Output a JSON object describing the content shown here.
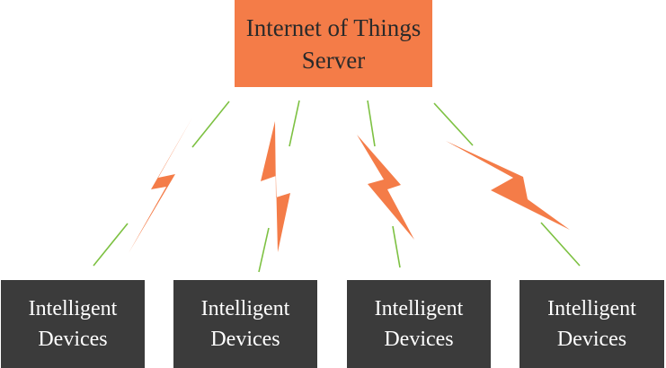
{
  "colors": {
    "server_fill": "#f47c48",
    "device_fill": "#3b3b3b",
    "bolt_fill": "#f47c48",
    "link_line": "#7dc142"
  },
  "server": {
    "line1": "Internet of Things",
    "line2": "Server"
  },
  "devices": [
    {
      "line1": "Intelligent",
      "line2": "Devices"
    },
    {
      "line1": "Intelligent",
      "line2": "Devices"
    },
    {
      "line1": "Intelligent",
      "line2": "Devices"
    },
    {
      "line1": "Intelligent",
      "line2": "Devices"
    }
  ],
  "icons": {
    "wireless_link": "lightning-bolt-icon"
  }
}
